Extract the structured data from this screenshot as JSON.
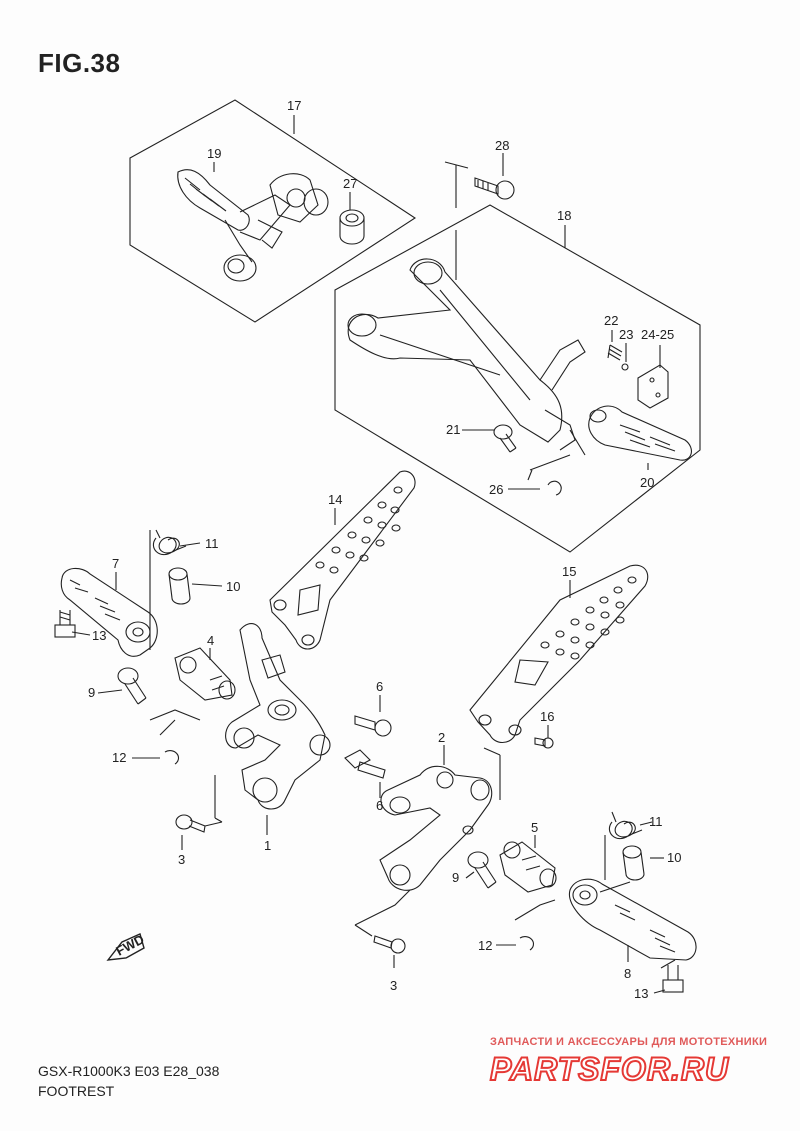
{
  "figure": {
    "title": "FIG.38",
    "model_code": "GSX-R1000K3 E03 E28_038",
    "section": "FOOTREST"
  },
  "direction_marker": "FWD",
  "part_callouts": [
    "17",
    "19",
    "27",
    "28",
    "18",
    "22",
    "23",
    "24-25",
    "21",
    "26",
    "20",
    "14",
    "11",
    "7",
    "10",
    "13",
    "4",
    "9",
    "6",
    "12",
    "1",
    "3",
    "15",
    "16",
    "2",
    "6",
    "5",
    "11",
    "10",
    "9",
    "12",
    "8",
    "13",
    "3"
  ],
  "watermark": {
    "tagline": "ЗАПЧАСТИ И АКСЕССУАРЫ ДЛЯ МОТОТЕХНИКИ",
    "logo_text": "PARTSFOR.RU",
    "color": "#e53935"
  },
  "colors": {
    "line": "#222222",
    "background": "#ffffff",
    "watermark": "#e53935"
  }
}
